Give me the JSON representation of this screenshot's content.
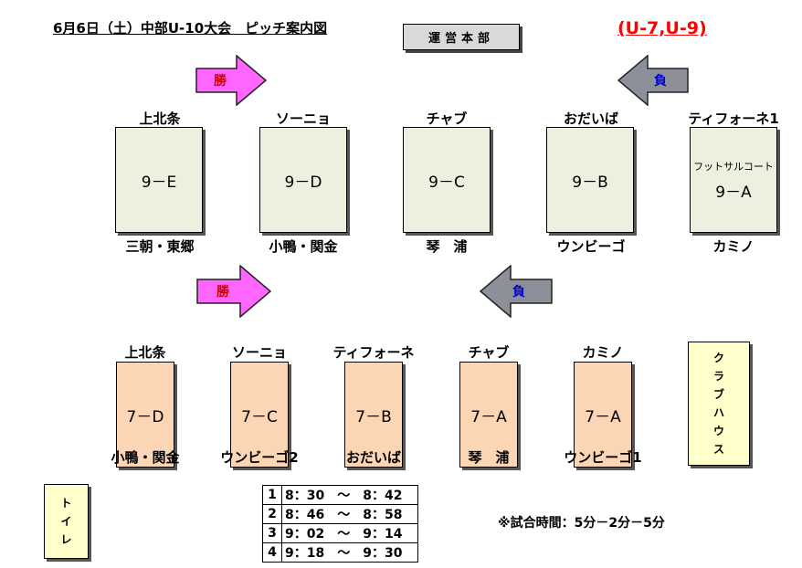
{
  "header": {
    "title": "6月6日（土）中部U-10大会　ピッチ案内図",
    "hq_label": "運営本部",
    "age_groups": "(U-7,U-9)"
  },
  "arrows": {
    "win_label": "勝",
    "lose_label": "負",
    "win_color": "#ff66ff",
    "lose_color": "#8c9199"
  },
  "courts_u9": [
    {
      "top": "上北条",
      "name": "9－E",
      "subtitle": "",
      "bottom": "三朝・東郷"
    },
    {
      "top": "ソーニョ",
      "name": "9－D",
      "subtitle": "",
      "bottom": "小鴨・関金"
    },
    {
      "top": "チャブ",
      "name": "9－C",
      "subtitle": "",
      "bottom": "琴　浦"
    },
    {
      "top": "おだいば",
      "name": "9－B",
      "subtitle": "",
      "bottom": "ウンビーゴ"
    },
    {
      "top": "ティフォーネ1",
      "name": "9－A",
      "subtitle": "フットサルコート",
      "bottom": "カミノ"
    }
  ],
  "courts_u7": [
    {
      "top": "上北条",
      "name": "7－D",
      "bottom": "小鴨・関金"
    },
    {
      "top": "ソーニョ",
      "name": "7－C",
      "bottom": "ウンビーゴ2"
    },
    {
      "top": "ティフォーネ",
      "name": "7－B",
      "bottom": "おだいば"
    },
    {
      "top": "チャブ",
      "name": "7－A",
      "bottom": "琴　浦"
    },
    {
      "top": "カミノ",
      "name": "7－A",
      "bottom": "ウンビーゴ1"
    }
  ],
  "clubhouse": [
    "ク",
    "ラ",
    "ブ",
    "ハ",
    "ウ",
    "ス"
  ],
  "toilet": [
    "ト",
    "イ",
    "レ"
  ],
  "schedule": [
    {
      "no": "1",
      "time": "8：30　～　8：42"
    },
    {
      "no": "2",
      "time": "8：46　～　8：58"
    },
    {
      "no": "3",
      "time": "9：02　～　9：14"
    },
    {
      "no": "4",
      "time": "9：18　～　9：30"
    }
  ],
  "note": "※試合時間：5分－2分－5分",
  "colors": {
    "u9_court": "#ebf1de",
    "u7_court": "#fcd5b4",
    "building": "#ffffcc",
    "accent_red": "#ff0000"
  }
}
